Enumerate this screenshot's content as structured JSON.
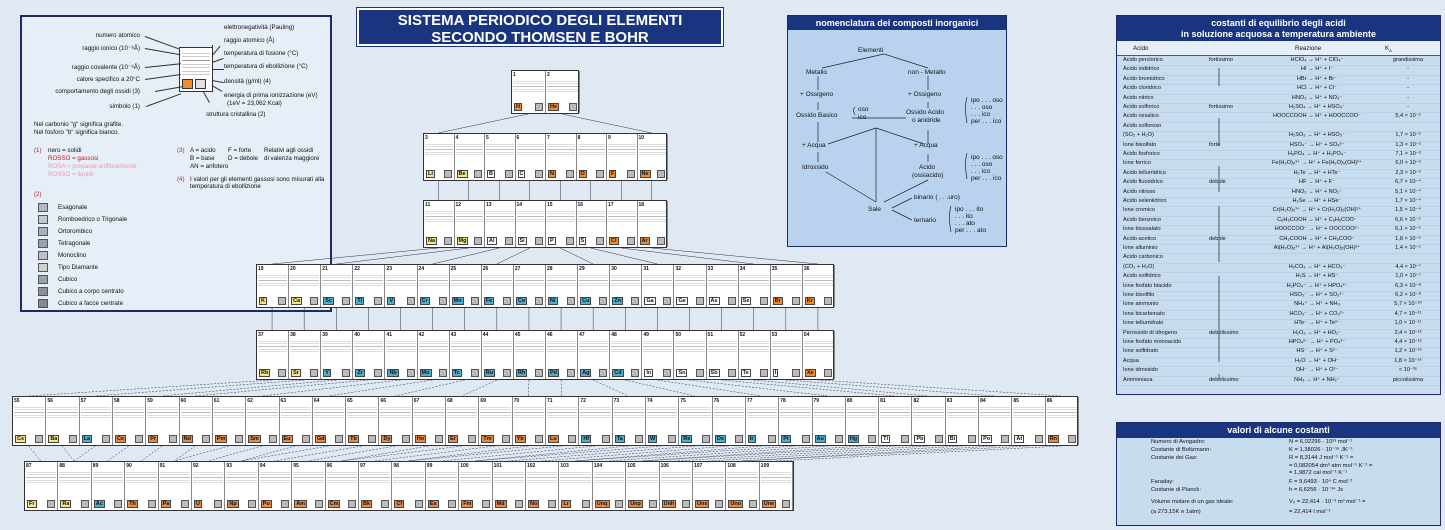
{
  "title": {
    "line1": "SISTEMA PERIODICO DEGLI ELEMENTI",
    "line2": "SECONDO THOMSEN E BOHR"
  },
  "legend": {
    "left_labels": [
      {
        "text": "numero atomico"
      },
      {
        "text": "raggio ionico (10⁻⁸Å)"
      },
      {
        "text": "raggio covalente (10⁻⁸Å)"
      },
      {
        "text": "calore specifico a 20°C"
      },
      {
        "text": "comportamento degli ossidi (3)"
      },
      {
        "text": "simbolo (1)"
      }
    ],
    "right_labels": [
      {
        "text": "elettronegatività (Pauling)"
      },
      {
        "text": "raggio atomico (Å)"
      },
      {
        "text": "temperatura di fusione (°C)"
      },
      {
        "text": "temperatura di ebollizione (°C)"
      },
      {
        "text": "densità (g/ml) (4)"
      },
      {
        "text": "energia di prima ionizzazione (eV)"
      },
      {
        "text": "(1eV = 23,062 Kcal)"
      },
      {
        "text": "struttura cristallina (2)"
      }
    ],
    "note1": "Nel carbonio \"g\" significa grafite.",
    "note2": "Nel fosforo \"b\" significa bianco.",
    "n1_num": "(1)",
    "n1_lines": [
      "nero = solidi",
      "ROSSO = gassosi",
      "ROSA = preparati artificialmente",
      "ROSSO = liquidi"
    ],
    "n3_num": "(3)",
    "n3_lines": [
      "A = acido",
      "B = base",
      "AN = anfotero"
    ],
    "n3_mid": [
      "F = forte",
      "D = debole"
    ],
    "n3_right": [
      "Relativi agli ossidi",
      "di valenza maggiore"
    ],
    "n4_num": "(4)",
    "n4_lines": [
      "I valori per gli elementi gassosi sono misurati alla",
      "temperatura di ebollizione"
    ],
    "n2_num": "(2)",
    "crystals": [
      "Esagonale",
      "Romboedrico o Trigonale",
      "Ortorombico",
      "Tetragonale",
      "Monoclino",
      "Tipo Diamante",
      "Cubico",
      "Cubico a corpo centrato",
      "Cubico a facce centrate"
    ]
  },
  "periods": [
    {
      "elements": [
        {
          "n": "1",
          "s": "H",
          "c": "#f28a30"
        },
        {
          "n": "2",
          "s": "He",
          "c": "#f28a30"
        }
      ]
    },
    {
      "elements": [
        {
          "n": "3",
          "s": "Li",
          "c": "#f4e48c"
        },
        {
          "n": "4",
          "s": "Be",
          "c": "#f4e48c"
        },
        {
          "n": "5",
          "s": "B",
          "c": "#fff"
        },
        {
          "n": "6",
          "s": "C",
          "c": "#fff"
        },
        {
          "n": "7",
          "s": "N",
          "c": "#f28a30"
        },
        {
          "n": "8",
          "s": "O",
          "c": "#f28a30"
        },
        {
          "n": "9",
          "s": "F",
          "c": "#f28a30"
        },
        {
          "n": "10",
          "s": "Ne",
          "c": "#f28a30"
        }
      ]
    },
    {
      "elements": [
        {
          "n": "11",
          "s": "Na",
          "c": "#f4e48c"
        },
        {
          "n": "12",
          "s": "Mg",
          "c": "#f4e48c"
        },
        {
          "n": "13",
          "s": "Al",
          "c": "#fff"
        },
        {
          "n": "14",
          "s": "Si",
          "c": "#fff"
        },
        {
          "n": "15",
          "s": "P",
          "c": "#fff"
        },
        {
          "n": "16",
          "s": "S",
          "c": "#fff"
        },
        {
          "n": "17",
          "s": "Cl",
          "c": "#f28a30"
        },
        {
          "n": "18",
          "s": "Ar",
          "c": "#f28a30"
        }
      ]
    },
    {
      "elements": [
        {
          "n": "19",
          "s": "K",
          "c": "#f4e48c"
        },
        {
          "n": "20",
          "s": "Ca",
          "c": "#f4e48c"
        },
        {
          "n": "21",
          "s": "Sc",
          "c": "#4bb0d0"
        },
        {
          "n": "22",
          "s": "Ti",
          "c": "#4bb0d0"
        },
        {
          "n": "23",
          "s": "V",
          "c": "#4bb0d0"
        },
        {
          "n": "24",
          "s": "Cr",
          "c": "#4bb0d0"
        },
        {
          "n": "25",
          "s": "Mn",
          "c": "#4bb0d0"
        },
        {
          "n": "26",
          "s": "Fe",
          "c": "#4bb0d0"
        },
        {
          "n": "27",
          "s": "Co",
          "c": "#4bb0d0"
        },
        {
          "n": "28",
          "s": "Ni",
          "c": "#4bb0d0"
        },
        {
          "n": "29",
          "s": "Cu",
          "c": "#4bb0d0"
        },
        {
          "n": "30",
          "s": "Zn",
          "c": "#4bb0d0"
        },
        {
          "n": "31",
          "s": "Ga",
          "c": "#fff"
        },
        {
          "n": "32",
          "s": "Ge",
          "c": "#fff"
        },
        {
          "n": "33",
          "s": "As",
          "c": "#fff"
        },
        {
          "n": "34",
          "s": "Se",
          "c": "#fff"
        },
        {
          "n": "35",
          "s": "Br",
          "c": "#f28a30"
        },
        {
          "n": "36",
          "s": "Kr",
          "c": "#f28a30"
        }
      ]
    },
    {
      "elements": [
        {
          "n": "37",
          "s": "Rb",
          "c": "#f4e48c"
        },
        {
          "n": "38",
          "s": "Sr",
          "c": "#f4e48c"
        },
        {
          "n": "39",
          "s": "Y",
          "c": "#4bb0d0"
        },
        {
          "n": "40",
          "s": "Zr",
          "c": "#4bb0d0"
        },
        {
          "n": "41",
          "s": "Nb",
          "c": "#4bb0d0"
        },
        {
          "n": "42",
          "s": "Mo",
          "c": "#4bb0d0"
        },
        {
          "n": "43",
          "s": "Tc",
          "c": "#4bb0d0"
        },
        {
          "n": "44",
          "s": "Ru",
          "c": "#4bb0d0"
        },
        {
          "n": "45",
          "s": "Rh",
          "c": "#4bb0d0"
        },
        {
          "n": "46",
          "s": "Pd",
          "c": "#4bb0d0"
        },
        {
          "n": "47",
          "s": "Ag",
          "c": "#4bb0d0"
        },
        {
          "n": "48",
          "s": "Cd",
          "c": "#4bb0d0"
        },
        {
          "n": "49",
          "s": "In",
          "c": "#fff"
        },
        {
          "n": "50",
          "s": "Sn",
          "c": "#fff"
        },
        {
          "n": "51",
          "s": "Sb",
          "c": "#fff"
        },
        {
          "n": "52",
          "s": "Te",
          "c": "#fff"
        },
        {
          "n": "53",
          "s": "I",
          "c": "#fff"
        },
        {
          "n": "54",
          "s": "Xe",
          "c": "#f28a30"
        }
      ]
    },
    {
      "elements": [
        {
          "n": "55",
          "s": "Cs",
          "c": "#f4e48c"
        },
        {
          "n": "56",
          "s": "Ba",
          "c": "#f4e48c"
        },
        {
          "n": "57",
          "s": "La",
          "c": "#4bb0d0"
        },
        {
          "n": "58",
          "s": "Ce",
          "c": "#e68a4a"
        },
        {
          "n": "59",
          "s": "Pr",
          "c": "#e68a4a"
        },
        {
          "n": "60",
          "s": "Nd",
          "c": "#e68a4a"
        },
        {
          "n": "61",
          "s": "Pm",
          "c": "#e68a4a"
        },
        {
          "n": "62",
          "s": "Sm",
          "c": "#e68a4a"
        },
        {
          "n": "63",
          "s": "Eu",
          "c": "#e68a4a"
        },
        {
          "n": "64",
          "s": "Gd",
          "c": "#e68a4a"
        },
        {
          "n": "65",
          "s": "Tb",
          "c": "#e68a4a"
        },
        {
          "n": "66",
          "s": "Dy",
          "c": "#e68a4a"
        },
        {
          "n": "67",
          "s": "Ho",
          "c": "#e68a4a"
        },
        {
          "n": "68",
          "s": "Er",
          "c": "#e68a4a"
        },
        {
          "n": "69",
          "s": "Tm",
          "c": "#e68a4a"
        },
        {
          "n": "70",
          "s": "Yb",
          "c": "#e68a4a"
        },
        {
          "n": "71",
          "s": "Lu",
          "c": "#e68a4a"
        },
        {
          "n": "72",
          "s": "Hf",
          "c": "#4bb0d0"
        },
        {
          "n": "73",
          "s": "Ta",
          "c": "#4bb0d0"
        },
        {
          "n": "74",
          "s": "W",
          "c": "#4bb0d0"
        },
        {
          "n": "75",
          "s": "Re",
          "c": "#4bb0d0"
        },
        {
          "n": "76",
          "s": "Os",
          "c": "#4bb0d0"
        },
        {
          "n": "77",
          "s": "Ir",
          "c": "#4bb0d0"
        },
        {
          "n": "78",
          "s": "Pt",
          "c": "#4bb0d0"
        },
        {
          "n": "79",
          "s": "Au",
          "c": "#4bb0d0"
        },
        {
          "n": "80",
          "s": "Hg",
          "c": "#4bb0d0"
        },
        {
          "n": "81",
          "s": "Tl",
          "c": "#fff"
        },
        {
          "n": "82",
          "s": "Pb",
          "c": "#fff"
        },
        {
          "n": "83",
          "s": "Bi",
          "c": "#fff"
        },
        {
          "n": "84",
          "s": "Po",
          "c": "#fff"
        },
        {
          "n": "85",
          "s": "At",
          "c": "#fff"
        },
        {
          "n": "86",
          "s": "Rn",
          "c": "#f28a30"
        }
      ]
    },
    {
      "elements": [
        {
          "n": "87",
          "s": "Fr",
          "c": "#f4e48c"
        },
        {
          "n": "88",
          "s": "Ra",
          "c": "#f4e48c"
        },
        {
          "n": "89",
          "s": "Ac",
          "c": "#4bb0d0"
        },
        {
          "n": "90",
          "s": "Th",
          "c": "#e68a4a"
        },
        {
          "n": "91",
          "s": "Pa",
          "c": "#e68a4a"
        },
        {
          "n": "92",
          "s": "U",
          "c": "#e68a4a"
        },
        {
          "n": "93",
          "s": "Np",
          "c": "#e68a4a"
        },
        {
          "n": "94",
          "s": "Pu",
          "c": "#e68a4a"
        },
        {
          "n": "95",
          "s": "Am",
          "c": "#e68a4a"
        },
        {
          "n": "96",
          "s": "Cm",
          "c": "#e68a4a"
        },
        {
          "n": "97",
          "s": "Bk",
          "c": "#e68a4a"
        },
        {
          "n": "98",
          "s": "Cf",
          "c": "#e68a4a"
        },
        {
          "n": "99",
          "s": "Es",
          "c": "#e68a4a"
        },
        {
          "n": "100",
          "s": "Fm",
          "c": "#e68a4a"
        },
        {
          "n": "101",
          "s": "Md",
          "c": "#e68a4a"
        },
        {
          "n": "102",
          "s": "No",
          "c": "#e68a4a"
        },
        {
          "n": "103",
          "s": "Lr",
          "c": "#e68a4a"
        },
        {
          "n": "104",
          "s": "Unq",
          "c": "#e68a4a"
        },
        {
          "n": "105",
          "s": "Unp",
          "c": "#e68a4a"
        },
        {
          "n": "106",
          "s": "Unh",
          "c": "#e68a4a"
        },
        {
          "n": "107",
          "s": "Uns",
          "c": "#e68a4a"
        },
        {
          "n": "108",
          "s": "Uno",
          "c": "#e68a4a"
        },
        {
          "n": "109",
          "s": "Une",
          "c": "#e68a4a"
        }
      ]
    }
  ],
  "nomenclature": {
    "title": "nomenclatura dei composti inorganici",
    "elementi": "Elementi",
    "metallo": "Metallo",
    "non_metallo": "non - Metallo",
    "ossigeno_l": "+ Ossigeno",
    "ossigeno_r": "+ Ossigeno",
    "ossido_basico": "Ossido Basico",
    "oso_ico_1": "oso",
    "oso_ico_2": "ico",
    "ossido_acido": "Ossido Acido",
    "o_anidride": "o anidride",
    "ipo_list_1": [
      "ipo . . . oso",
      ". . . oso",
      ". . . ico",
      "per . . . ico"
    ],
    "acqua_l": "+ Acqua",
    "acqua_r": "+ Acqua",
    "idrossido": "Idrossido",
    "acido": "Acido",
    "ossiacido": "(ossiacido)",
    "ipo_list_2": [
      "ipo . . . oso",
      ". . . oso",
      ". . . ico",
      "per . . . ico"
    ],
    "sale": "Sale",
    "binario": "binario ( . . .uro)",
    "ternario": "ternario",
    "ipo_list_3": [
      "ipo . . . ito",
      ". . . ito",
      ". . . ato",
      "per . . . ato"
    ]
  },
  "acids": {
    "title1": "costanti di equilibrio degli acidi",
    "title2": "in soluzione acquosa a temperatura ambiente",
    "col_acid": "Acido",
    "col_reaction": "Reazione",
    "col_k": "K",
    "col_k_sub": "A",
    "rows": [
      {
        "a": "Acido perclorico",
        "s": "fortissimo",
        "r": "HClO₄ → H⁺ + ClO₄⁻",
        "k": "grandissima"
      },
      {
        "a": "Acido iodidrico",
        "s": "",
        "r": "HI → H⁺ + I⁻",
        "k": "-"
      },
      {
        "a": "Acido bromidrico",
        "s": "",
        "r": "HBr → H⁺ + Br⁻",
        "k": "-"
      },
      {
        "a": "Acido cloridrico",
        "s": "",
        "r": "HCl → H⁺ + Cl⁻",
        "k": "-"
      },
      {
        "a": "Acido nitrico",
        "s": "",
        "r": "HNO₃ → H⁺ + NO₃⁻",
        "k": "-"
      },
      {
        "a": "Acido solforico",
        "s": "fortissimo",
        "r": "H₂SO₄ → H⁺ + HSO₄⁻",
        "k": "-"
      },
      {
        "a": "Acido ossalico",
        "s": "",
        "r": "HOOCCOOH → H⁺ + HOOCCOO⁻",
        "k": "5,4 × 10⁻²"
      },
      {
        "a": "Acido solforoso",
        "s": "",
        "r": "",
        "k": ""
      },
      {
        "a": "(SO₂ + H₂O)",
        "s": "",
        "r": "H₂SO₃ → H⁺ + HSO₃⁻",
        "k": "1,7 × 10⁻²"
      },
      {
        "a": "Ione   bisolfato",
        "s": "forte",
        "r": "HSO₄⁻ → H⁺ + SO₄²⁻",
        "k": "1,3 × 10⁻²"
      },
      {
        "a": "Acido fosforico",
        "s": "",
        "r": "H₃PO₄ → H⁺ + H₂PO₄⁻",
        "k": "7,1 × 10⁻³"
      },
      {
        "a": "Ione   ferrico",
        "s": "",
        "r": "Fe(H₂O)₆³⁺ → H⁺ + Fe(H₂O)₅(OH)²⁺",
        "k": "6,0 × 10⁻³"
      },
      {
        "a": "Acido tellurridrico",
        "s": "",
        "r": "H₂Te → H⁺ + HTe⁻",
        "k": "2,3 × 10⁻³"
      },
      {
        "a": "Acido fluoridrico",
        "s": "debole",
        "r": "HF → H⁺ + F⁻",
        "k": "6,7 × 10⁻⁴"
      },
      {
        "a": "Acido nitroso",
        "s": "",
        "r": "HNO₂ → H⁺ + NO₂⁻",
        "k": "5,1 × 10⁻⁴"
      },
      {
        "a": "Acido seleniidrico",
        "s": "",
        "r": "H₂Se → H⁺ + HSe⁻",
        "k": "1,7 × 10⁻⁴"
      },
      {
        "a": "Ione   cromico",
        "s": "",
        "r": "Cr(H₂O)₆³⁺ → H⁺ + Cr(H₂O)₅(OH)²⁺",
        "k": "1,5 × 10⁻⁴"
      },
      {
        "a": "Acido benzoico",
        "s": "",
        "r": "C₆H₅COOH → H⁺ + C₆H₅COO⁻",
        "k": "6,6 × 10⁻⁵"
      },
      {
        "a": "Ione   biossalato",
        "s": "",
        "r": "HOOCCOO⁻ → H⁺ + OOCCOO²⁻",
        "k": "6,1 × 10⁻⁵"
      },
      {
        "a": "Acido acetico",
        "s": "debole",
        "r": "CH₃COOH → H⁺ + CH₃COO⁻",
        "k": "1,8 × 10⁻⁵"
      },
      {
        "a": "Ione   alluminio",
        "s": "",
        "r": "Al(H₂O)₆³⁺ → H⁺ + Al(H₂O)₅(OH)²⁺",
        "k": "1,4 × 10⁻⁵"
      },
      {
        "a": "Acido carbonico",
        "s": "",
        "r": "",
        "k": ""
      },
      {
        "a": "(CO₂ + H₂O)",
        "s": "",
        "r": "H₂CO₃ → H⁺ + HCO₃⁻",
        "k": "4,4 × 10⁻⁷"
      },
      {
        "a": "Acido solfidrico",
        "s": "",
        "r": "H₂S → H⁺ + HS⁻",
        "k": "1,0 × 10⁻⁷"
      },
      {
        "a": "Ione   fosfato biacido",
        "s": "",
        "r": "H₂PO₄⁻ → H⁺ + HPO₄²⁻",
        "k": "6,3 × 10⁻⁸"
      },
      {
        "a": "Ione   bisolfito",
        "s": "",
        "r": "HSO₃⁻ → H⁺ + SO₃²⁻",
        "k": "6,2 × 10⁻⁸"
      },
      {
        "a": "Ione   ammonio",
        "s": "",
        "r": "NH₄⁺ → H⁺ + NH₃",
        "k": "5,7 × 10⁻¹⁰"
      },
      {
        "a": "Ione   bicarbonato",
        "s": "",
        "r": "HCO₃⁻ → H⁺ + CO₃²⁻",
        "k": "4,7 × 10⁻¹¹"
      },
      {
        "a": "Ione   tellurridrato",
        "s": "",
        "r": "HTe⁻ → H⁺ + Te²⁻",
        "k": "1,0 × 10⁻¹¹"
      },
      {
        "a": "Perossido di idrogeno",
        "s": "debolissimo",
        "r": "H₂O₂ → H⁺ + HO₂⁻",
        "k": "2,4 × 10⁻¹²"
      },
      {
        "a": "Ione fosfato monoacido",
        "s": "",
        "r": "HPO₄²⁻ → H⁺ + PO₄³⁻",
        "k": "4,4 × 10⁻¹³"
      },
      {
        "a": "Ione   solfidrato",
        "s": "",
        "r": "HS⁻ → H⁺ + S²⁻",
        "k": "1,2 × 10⁻¹³"
      },
      {
        "a": "Acqua",
        "s": "",
        "r": "H₂O → H⁺ + OH⁻",
        "k": "1,8 × 10⁻¹⁶"
      },
      {
        "a": "Ione idrossido",
        "s": "",
        "r": "OH⁻ → H⁺ + O²⁻",
        "k": "< 10⁻³⁶"
      },
      {
        "a": "Ammoniaca",
        "s": "debolissimo",
        "r": "NH₃ → H⁺ + NH₂⁻",
        "k": "piccolissima"
      }
    ]
  },
  "constants": {
    "title": "valori di alcune costanti",
    "rows": [
      {
        "l": "Numero di Avogadro:",
        "v": "N = 6,02296 · 10²³ mol⁻¹"
      },
      {
        "l": "Costante di Boltzmann:",
        "v": "K = 1,38026 · 10⁻¹⁶ JK⁻¹"
      },
      {
        "l": "Costante dei Gas:",
        "v": "R = 8,3144 J mol⁻¹ K⁻¹ ="
      },
      {
        "l": "",
        "v": "= 0,082054 dm³ atm mol⁻¹ K⁻¹ ="
      },
      {
        "l": "",
        "v": "= 1,9872 cal mol⁻¹ K⁻¹"
      },
      {
        "l": "Faraday:",
        "v": "F = 9,6493 · 10⁴ C mol⁻¹"
      },
      {
        "l": "Costante di Planck:",
        "v": "h = 6,6256 · 10⁻³⁴ Js"
      },
      {
        "l": "Volume molare di un gas ideale:",
        "v": "V₀ = 22,414 · 10⁻³ m³ mol⁻¹ ="
      },
      {
        "l": "(a 273,15K e 1atm)",
        "v": "= 22,414 l mol⁻¹"
      }
    ]
  }
}
